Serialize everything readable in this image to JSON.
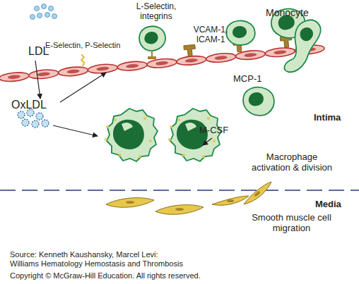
{
  "diagram": {
    "labels": [
      "LDL",
      "E-Selectin, P-Selectin",
      "L-Selectin, integrins",
      "VCAM-1, ICAM-1",
      "Monocyte",
      "OxLDL",
      "MCP-1",
      "Intima",
      "M-CSF",
      "Macrophage activation & division",
      "Media",
      "Smooth muscle cell migration",
      "Source: Kenneth Kaushansky, Marcel Levi: Williams Hematology Hemostasis and Thrombosis",
      "Copyright © McGraw-Hill Education. All rights reserved."
    ]
  }
}
